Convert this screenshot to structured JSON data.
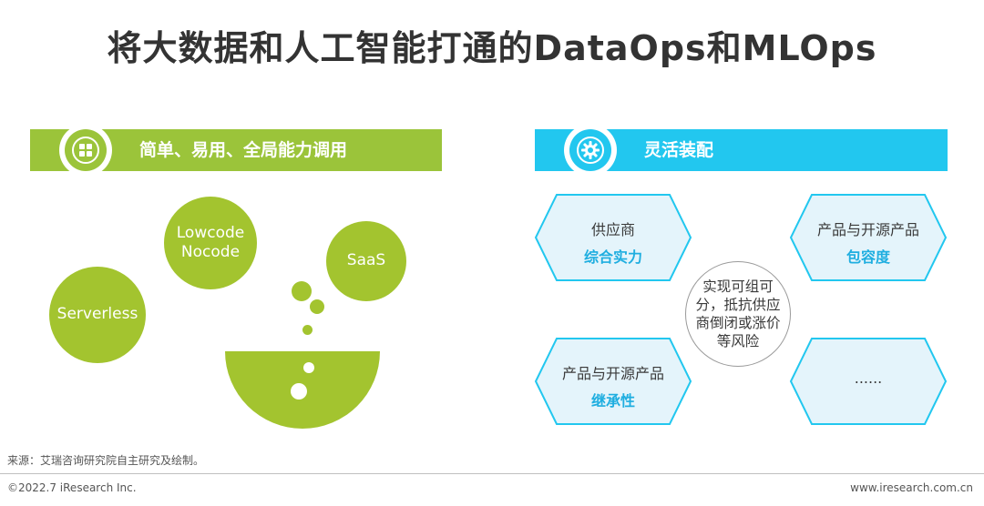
{
  "title": "将大数据和人工智能打通的DataOps和MLOps",
  "left_section": {
    "label": "简单、易用、全局能力调用",
    "bubbles": {
      "lowcode": [
        "Lowcode",
        "Nocode"
      ],
      "saas": "SaaS",
      "serverless": "Serverless"
    },
    "icon": "grid-icon",
    "color": "#9bc43a"
  },
  "right_section": {
    "label": "灵活装配",
    "icon": "gear-icon",
    "color": "#22c7ef",
    "hexagons": [
      {
        "top": "供应商",
        "bottom": "综合实力"
      },
      {
        "top": "产品与开源产品",
        "bottom": "包容度"
      },
      {
        "top": "产品与开源产品",
        "bottom": "继承性"
      },
      {
        "top": "......",
        "bottom": ""
      }
    ],
    "center": "实现可组可分，抵抗供应商倒闭或涨价等风险"
  },
  "source": "来源：艾瑞咨询研究院自主研究及绘制。",
  "footer": {
    "copyright": "©2022.7 iResearch Inc.",
    "url": "www.iresearch.com.cn"
  }
}
